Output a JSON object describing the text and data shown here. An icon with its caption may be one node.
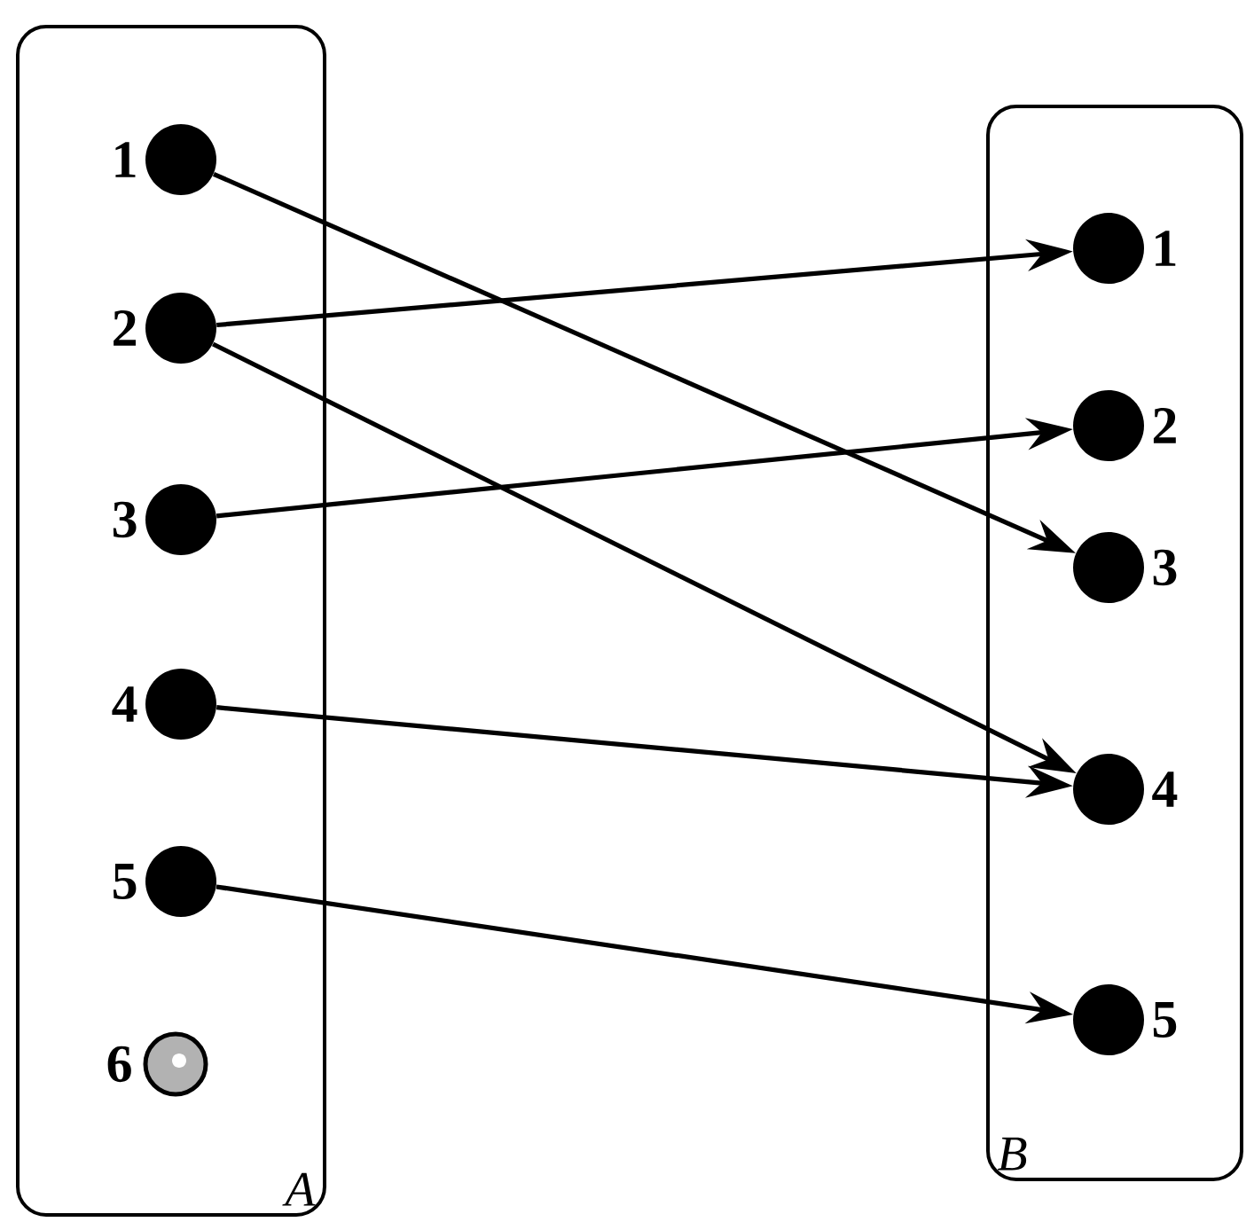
{
  "diagram": {
    "nodes": [
      {
        "text": [
          "A"
        ]
      },
      {
        "text": [],
        "shape": "circle",
        "beside": [
          "1"
        ],
        "in": 0
      },
      {
        "text": [],
        "shape": "circle",
        "beside": [
          "2"
        ],
        "in": 0
      },
      {
        "text": [],
        "shape": "circle",
        "beside": [
          "3"
        ],
        "in": 0
      },
      {
        "text": [],
        "shape": "circle",
        "beside": [
          "4"
        ],
        "in": 0
      },
      {
        "text": [],
        "shape": "circle",
        "beside": [
          "5"
        ],
        "in": 0
      },
      {
        "text": [],
        "shape": "circle",
        "beside": [
          "6"
        ],
        "in": 0
      },
      {
        "text": [
          "B"
        ]
      },
      {
        "text": [],
        "shape": "circle",
        "beside": [
          "1"
        ],
        "in": 7
      },
      {
        "text": [],
        "shape": "circle",
        "beside": [
          "2"
        ],
        "in": 7
      },
      {
        "text": [],
        "shape": "circle",
        "beside": [
          "3"
        ],
        "in": 7
      },
      {
        "text": [],
        "shape": "circle",
        "beside": [
          "4"
        ],
        "in": 7
      },
      {
        "text": [],
        "shape": "circle",
        "beside": [
          "5"
        ],
        "in": 7
      }
    ],
    "edges": [
      {
        "from": 1,
        "to": 10,
        "arrow": "to"
      },
      {
        "from": 2,
        "to": 8,
        "arrow": "to"
      },
      {
        "from": 2,
        "to": 11,
        "arrow": "to"
      },
      {
        "from": 3,
        "to": 9,
        "arrow": "to"
      },
      {
        "from": 4,
        "to": 11,
        "arrow": "to"
      },
      {
        "from": 5,
        "to": 12,
        "arrow": "to"
      }
    ]
  }
}
